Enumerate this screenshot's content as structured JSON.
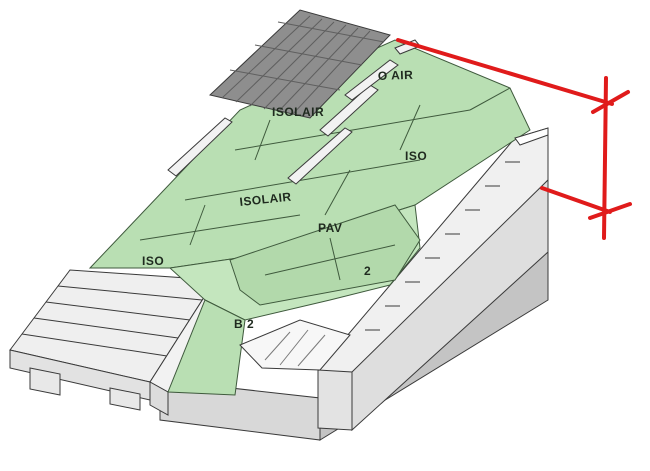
{
  "labels": {
    "top_right": "O AIR",
    "upper_middle": "ISOLAIR",
    "right_panel": "ISO",
    "center": "ISOLAIR",
    "pav": "PAV",
    "left": "ISO",
    "lower_panel": "2",
    "bottom": "B 2"
  },
  "colors": {
    "board": "#b9dfb3",
    "board_line": "#3f5a3d",
    "wood": "#eeeeee",
    "wood_shadow": "#c8c8c8",
    "tile": "#8e8e8e",
    "tile_dark": "#5f5f5f",
    "dimension": "#e01b1b"
  },
  "icons": {
    "dimension_marker": "red-dimension-ticks"
  }
}
